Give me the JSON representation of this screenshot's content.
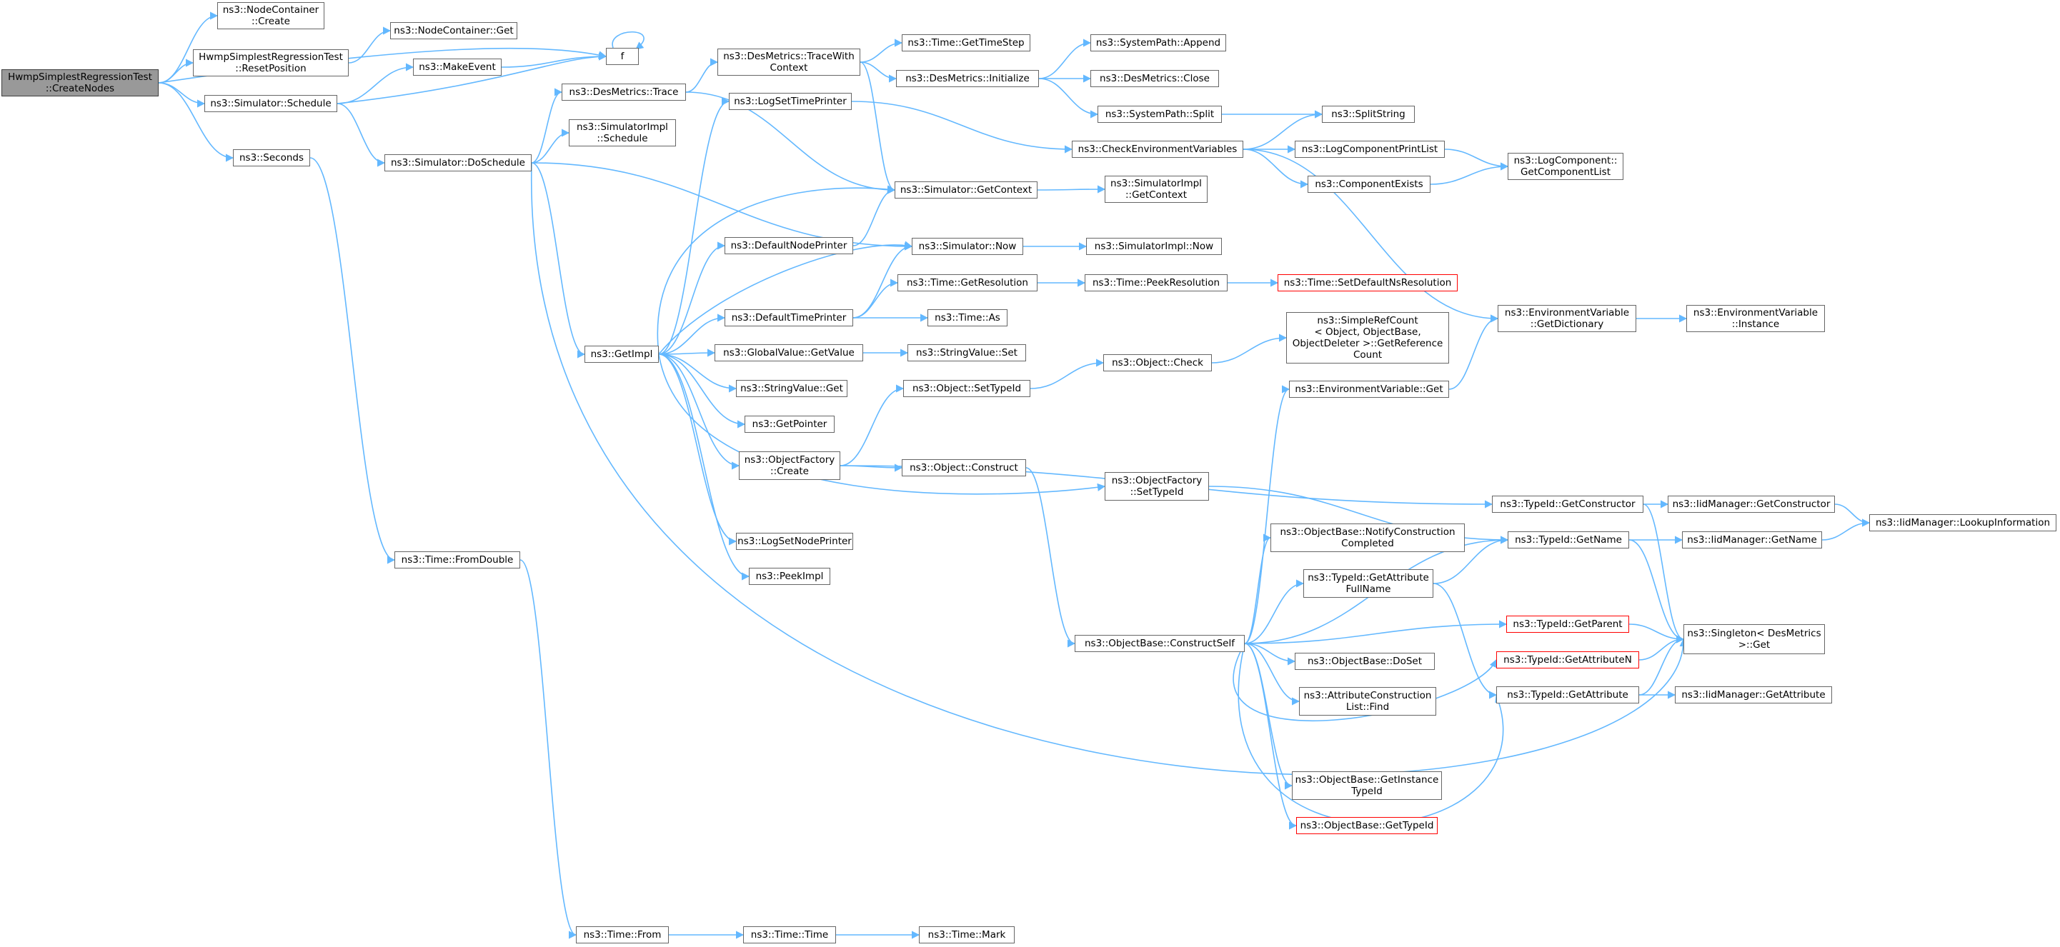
{
  "colors": {
    "edge": "#63b8ff",
    "node_border": "#666666",
    "root_fill": "#999999",
    "incomplete_border": "#ff0000"
  },
  "nodes": {
    "n0": "HwmpSimplestRegressionTest\n::CreateNodes",
    "n1": "ns3::NodeContainer\n::Create",
    "n2": "HwmpSimplestRegressionTest\n::ResetPosition",
    "n3": "ns3::Simulator::Schedule",
    "n4": "ns3::Seconds",
    "n5": "ns3::NodeContainer::Get",
    "n6": "ns3::MakeEvent",
    "n7": "f",
    "n8": "ns3::DesMetrics::Trace",
    "n9": "ns3::SimulatorImpl\n::Schedule",
    "n10": "ns3::Simulator::DoSchedule",
    "n11": "ns3::DesMetrics::TraceWith\nContext",
    "n12": "ns3::Time::GetTimeStep",
    "n13": "ns3::DesMetrics::Initialize",
    "n14": "ns3::SystemPath::Append",
    "n15": "ns3::DesMetrics::Close",
    "n16": "ns3::SystemPath::Split",
    "n17": "ns3::SplitString",
    "n18": "ns3::LogSetTimePrinter",
    "n19": "ns3::CheckEnvironmentVariables",
    "n20": "ns3::LogComponentPrintList",
    "n21": "ns3::LogComponent::\nGetComponentList",
    "n22": "ns3::ComponentExists",
    "n23": "ns3::Simulator::GetContext",
    "n24": "ns3::SimulatorImpl\n::GetContext",
    "n25": "ns3::DefaultNodePrinter",
    "n26": "ns3::Simulator::Now",
    "n27": "ns3::SimulatorImpl::Now",
    "n28": "ns3::Time::GetResolution",
    "n29": "ns3::Time::PeekResolution",
    "n30": "ns3::Time::SetDefaultNsResolution",
    "n31": "ns3::DefaultTimePrinter",
    "n32": "ns3::Time::As",
    "n33": "ns3::GetImpl",
    "n34": "ns3::GlobalValue::GetValue",
    "n35": "ns3::StringValue::Set",
    "n36": "ns3::SimpleRefCount\n< Object, ObjectBase,\nObjectDeleter >::GetReference\nCount",
    "n37": "ns3::EnvironmentVariable\n::GetDictionary",
    "n38": "ns3::EnvironmentVariable\n::Instance",
    "n39": "ns3::StringValue::Get",
    "n40": "ns3::Object::SetTypeId",
    "n41": "ns3::Object::Check",
    "n42": "ns3::EnvironmentVariable::Get",
    "n43": "ns3::GetPointer",
    "n44": "ns3::ObjectFactory\n::Create",
    "n45": "ns3::Object::Construct",
    "n46": "ns3::ObjectFactory\n::SetTypeId",
    "n47": "ns3::TypeId::GetConstructor",
    "n48": "ns3::IidManager::GetConstructor",
    "n49": "ns3::IidManager::LookupInformation",
    "n50": "ns3::LogSetNodePrinter",
    "n51": "ns3::ObjectBase::NotifyConstruction\nCompleted",
    "n52": "ns3::TypeId::GetName",
    "n53": "ns3::IidManager::GetName",
    "n54": "ns3::PeekImpl",
    "n55": "ns3::TypeId::GetAttribute\nFullName",
    "n56": "ns3::TypeId::GetParent",
    "n57": "ns3::Singleton< DesMetrics\n>::Get",
    "n58": "ns3::ObjectBase::ConstructSelf",
    "n59": "ns3::ObjectBase::DoSet",
    "n60": "ns3::TypeId::GetAttributeN",
    "n61": "ns3::TypeId::GetAttribute",
    "n62": "ns3::IidManager::GetAttribute",
    "n63": "ns3::AttributeConstruction\nList::Find",
    "n64": "ns3::ObjectBase::GetInstance\nTypeId",
    "n65": "ns3::ObjectBase::GetTypeId",
    "n66": "ns3::Time::FromDouble",
    "n67": "ns3::Time::From",
    "n68": "ns3::Time::Time",
    "n69": "ns3::Time::Mark"
  }
}
